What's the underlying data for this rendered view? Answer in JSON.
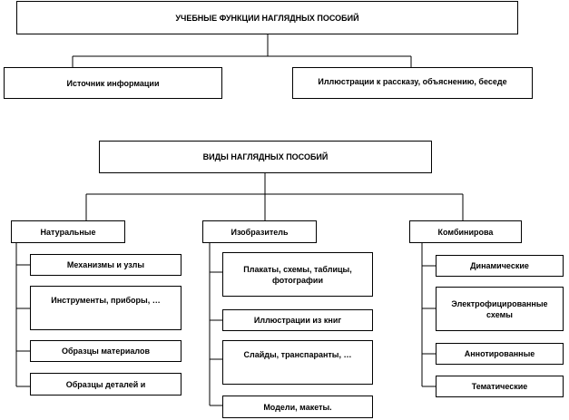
{
  "functions": {
    "title": "УЧЕБНЫЕ ФУНКЦИИ НАГЛЯДНЫХ ПОСОБИЙ",
    "items": [
      "Источник информации",
      "Иллюстрации к рассказу, объяснению, беседе"
    ]
  },
  "types": {
    "title": "ВИДЫ НАГЛЯДНЫХ ПОСОБИЙ",
    "categories": [
      {
        "label": "Натуральные",
        "items": [
          "Механизмы и узлы",
          "Инструменты, приборы, …",
          "Образцы материалов",
          "Образцы деталей и"
        ]
      },
      {
        "label": "Изобразитель",
        "items": [
          "Плакаты, схемы, таблицы, фотографии",
          "Иллюстрации из книг",
          "Слайды, транспаранты, …",
          "Модели, макеты."
        ]
      },
      {
        "label": "Комбинирова",
        "items": [
          "Динамические",
          "Электрофицированные схемы",
          "Аннотированные",
          "Тематические"
        ]
      }
    ]
  }
}
